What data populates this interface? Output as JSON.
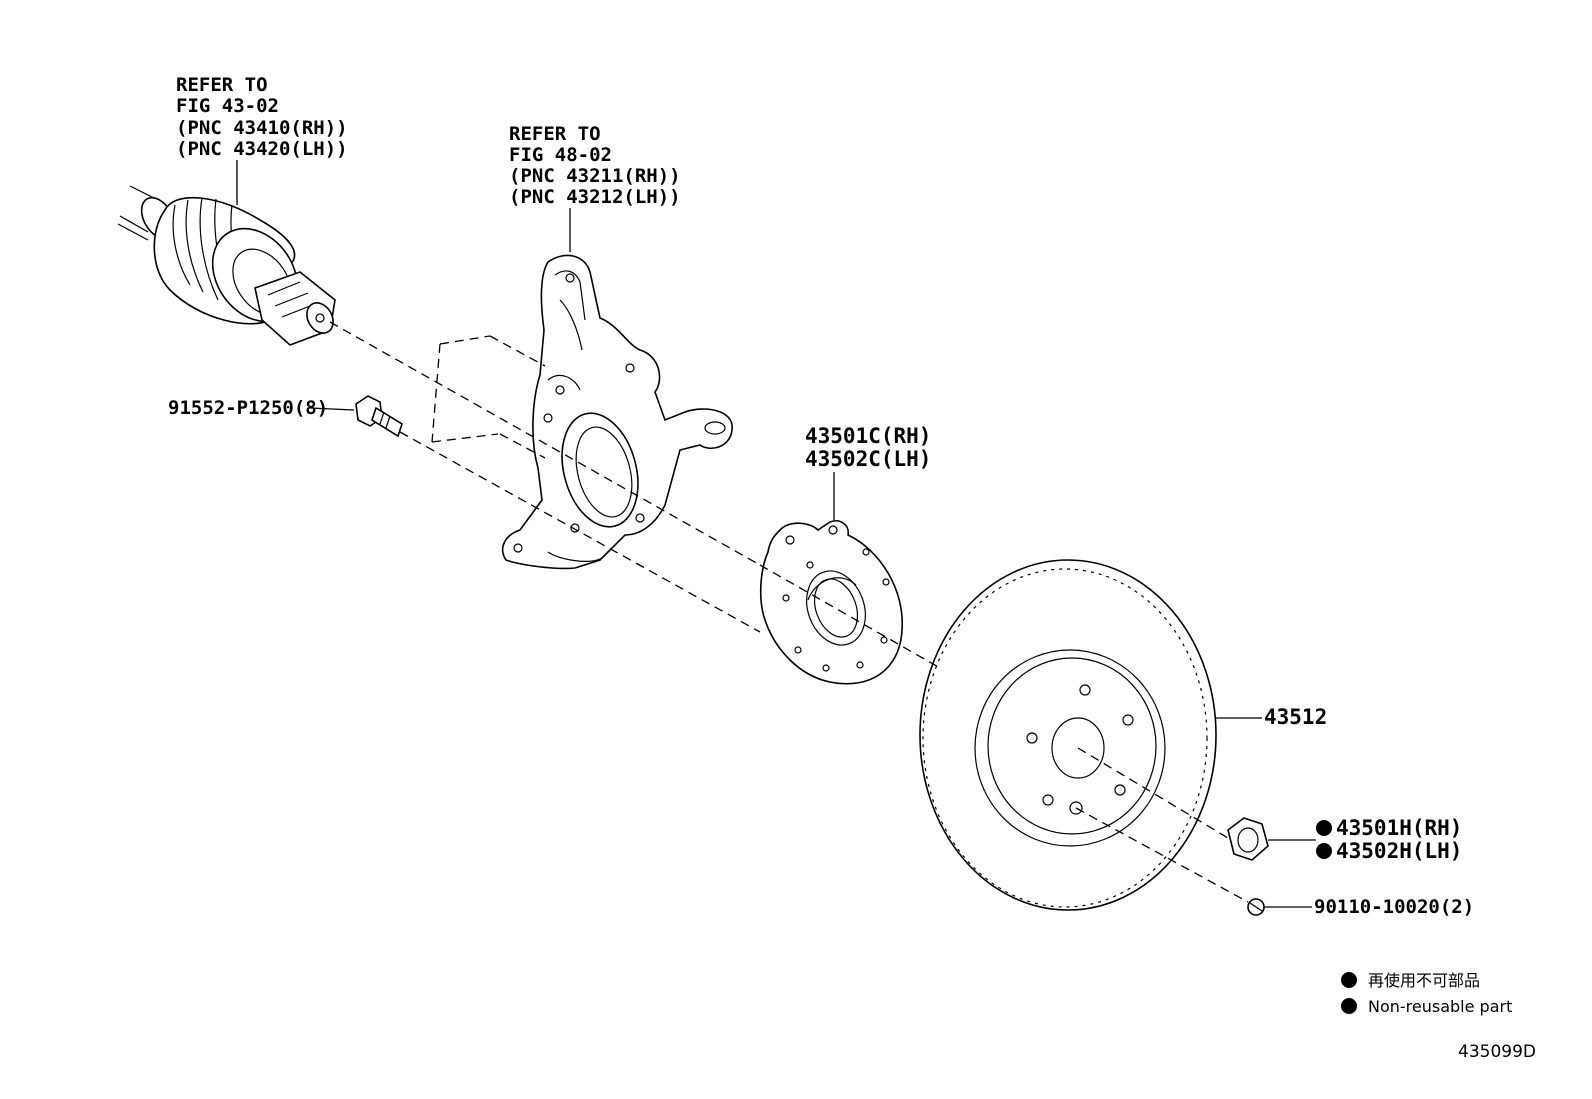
{
  "callouts": {
    "driveshaft": {
      "line1": "REFER TO",
      "line2": "FIG 43-02",
      "line3": "(PNC 43410(RH))",
      "line4": "(PNC 43420(LH))"
    },
    "knuckle": {
      "line1": "REFER TO",
      "line2": "FIG 48-02",
      "line3": "(PNC 43211(RH))",
      "line4": "(PNC 43212(LH))"
    },
    "bolt": "91552-P1250(8)",
    "hub": {
      "line1": "43501C(RH)",
      "line2": "43502C(LH)"
    },
    "disc": "43512",
    "nut": {
      "line1": "43501H(RH)",
      "line2": "43502H(LH)"
    },
    "screw": "90110-10020(2)"
  },
  "legend": {
    "jp": "再使用不可部品",
    "en": "Non-reusable part"
  },
  "figure_code": "435099D"
}
